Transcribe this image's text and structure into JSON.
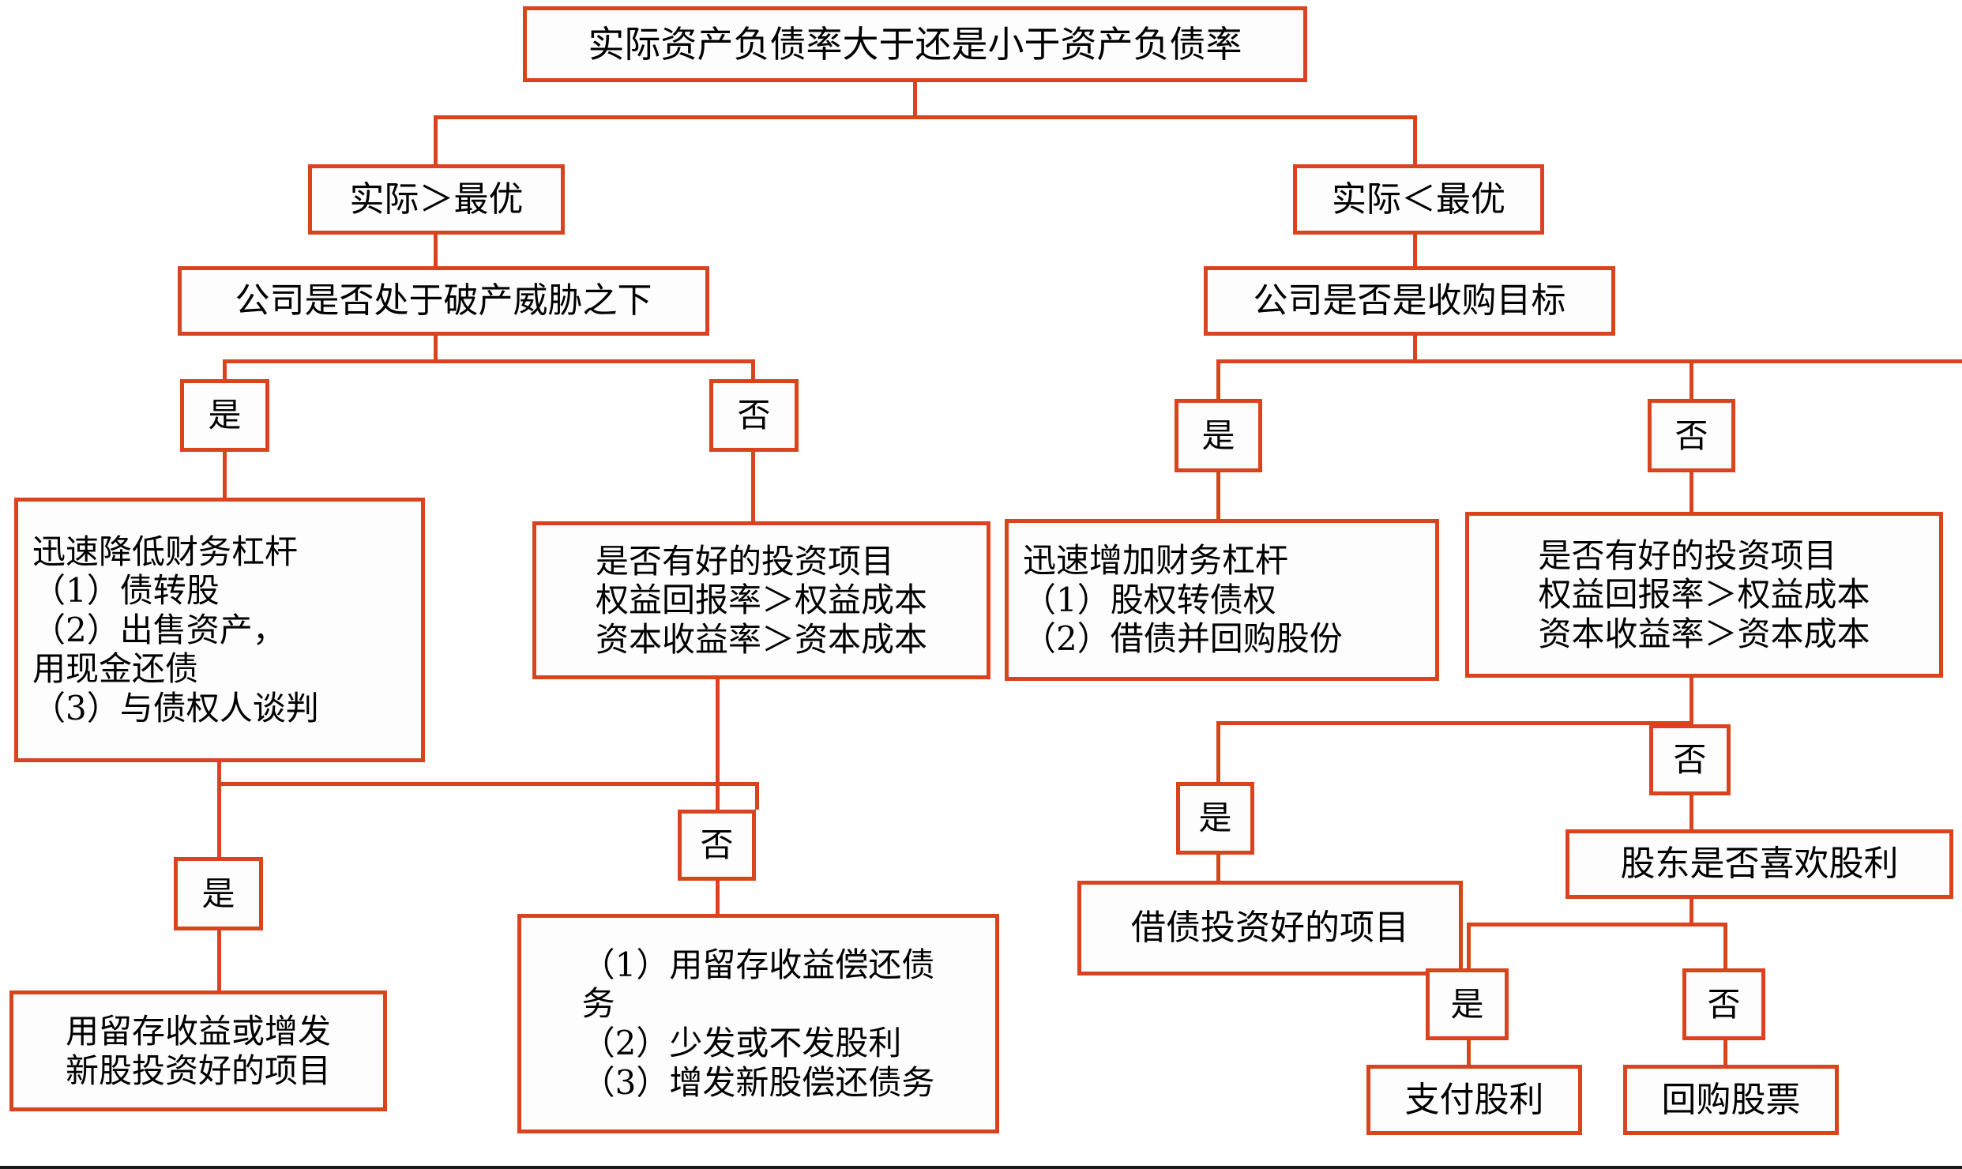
{
  "diagram": {
    "title": "实际资产负债率大于还是小于资产负债率",
    "accent_color": "#d9441f",
    "text_color": "#000000",
    "background_color": "#ffffff",
    "type": "flowchart",
    "nodes": {
      "root": "实际资产负债率大于还是小于资产负债率",
      "left_branch_label": "实际＞最优",
      "right_branch_label": "实际＜最优",
      "left_question": "公司是否处于破产威胁之下",
      "right_question": "公司是否是收购目标",
      "yes_1_left": "是",
      "no_1_left": "否",
      "yes_1_right": "是",
      "no_1_right": "否",
      "left_action": "迅速降低财务杠杆\n（1）债转股\n（2）出售资产，\n用现金还债\n（3）与债权人谈判",
      "left_invest_question": "是否有好的投资项目\n权益回报率＞权益成本\n资本收益率＞资本成本",
      "right_action": "迅速增加财务杠杆\n（1）股权转债权\n（2）借债并回购股份",
      "right_invest_question": "是否有好的投资项目\n权益回报率＞权益成本\n资本收益率＞资本成本",
      "yes_2_left": "是",
      "no_2_center": "否",
      "left_result": "用留存收益或增发\n新股投资好的项目",
      "center_result": "（1）用留存收益偿还债\n务\n（2）少发或不发股利\n（3）增发新股偿还债务",
      "yes_2_right": "是",
      "right_invest_result": "借债投资好的项目",
      "no_2_right": "否",
      "dividend_question": "股东是否喜欢股利",
      "yes_3_right": "是",
      "no_3_right": "否",
      "pay_dividend": "支付股利",
      "buyback": "回购股票"
    }
  }
}
